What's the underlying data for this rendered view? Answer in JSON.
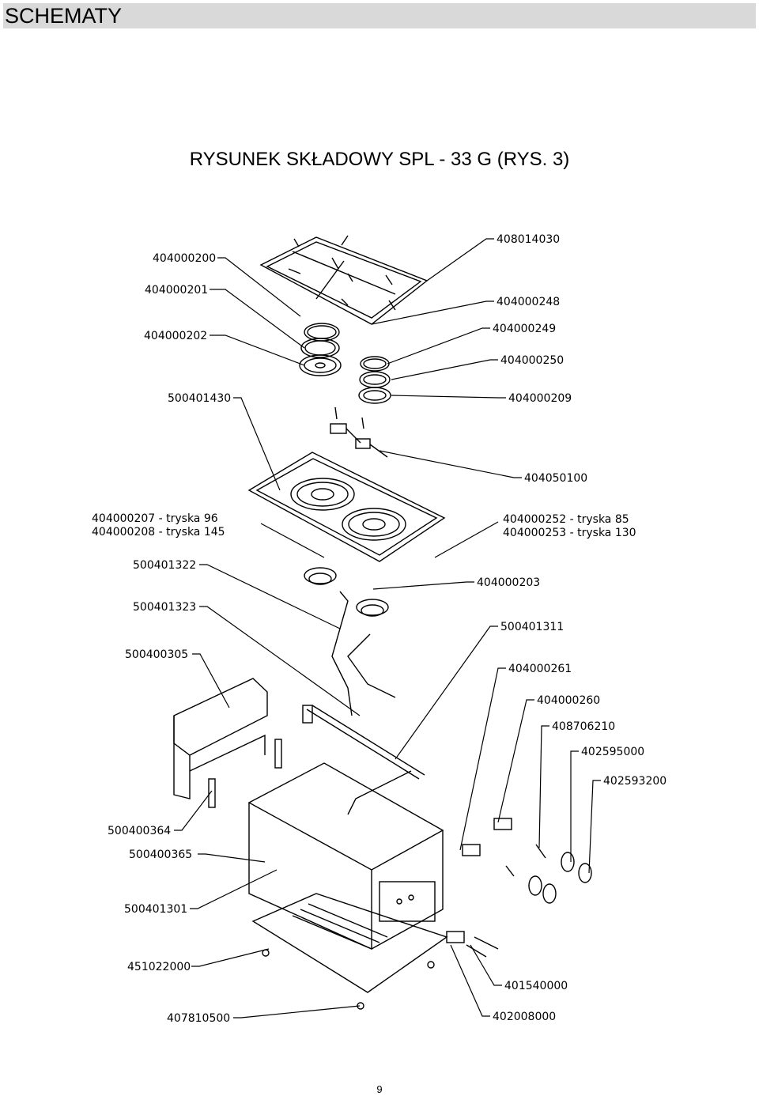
{
  "header": {
    "title": "SCHEMATY"
  },
  "drawing_title": "RYSUNEK SKŁADOWY SPL - 33 G (RYS. 3)",
  "page_number": "9",
  "labels": {
    "l_404000200": "404000200",
    "l_404000201": "404000201",
    "l_404000202": "404000202",
    "l_500401430": "500401430",
    "l_404000207": "404000207 - tryska 96",
    "l_404000208": "404000208 - tryska 145",
    "l_500401322": "500401322",
    "l_500401323": "500401323",
    "l_500400305": "500400305",
    "l_500400364": "500400364",
    "l_500400365": "500400365",
    "l_500401301": "500401301",
    "l_451022000": "451022000",
    "l_407810500": "407810500",
    "r_408014030": "408014030",
    "r_404000248": "404000248",
    "r_404000249": "404000249",
    "r_404000250": "404000250",
    "r_404000209": "404000209",
    "r_404050100": "404050100",
    "r_404000252": "404000252 - tryska 85",
    "r_404000253": "404000253 - tryska 130",
    "r_404000203": "404000203",
    "r_500401311": "500401311",
    "r_404000261": "404000261",
    "r_404000260": "404000260",
    "r_408706210": "408706210",
    "r_402595000": "402595000",
    "r_402593200": "402593200",
    "r_401540000": "401540000",
    "r_402008000": "402008000"
  }
}
